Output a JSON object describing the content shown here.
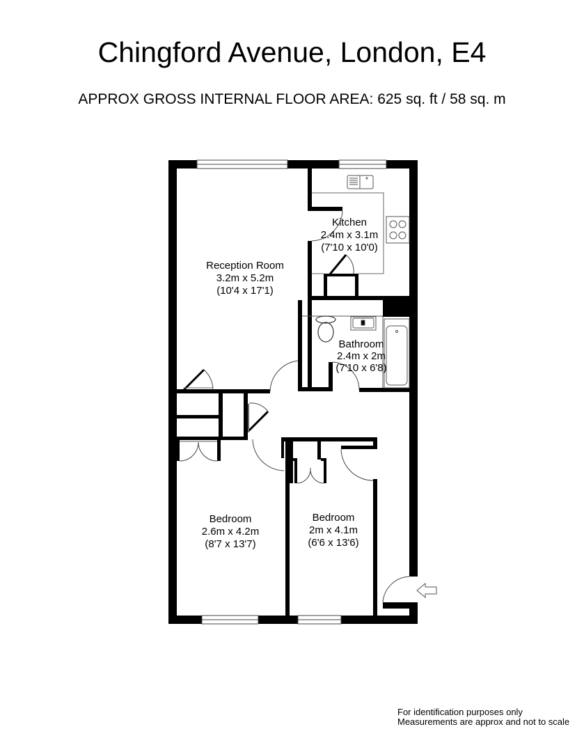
{
  "header": {
    "title": "Chingford Avenue, London, E4",
    "floor_area": "APPROX GROSS INTERNAL FLOOR AREA:  625 sq. ft / 58 sq. m"
  },
  "rooms": [
    {
      "name": "Reception Room",
      "metric": "3.2m x 5.2m",
      "imperial": "(10'4 x 17'1)"
    },
    {
      "name": "Kitchen",
      "metric": "2.4m x 3.1m",
      "imperial": "(7'10 x 10'0)"
    },
    {
      "name": "Bathroom",
      "metric": "2.4m x 2m",
      "imperial": "(7'10 x 6'8)"
    },
    {
      "name": "Bedroom",
      "metric": "2.6m x 4.2m",
      "imperial": "(8'7 x 13'7)"
    },
    {
      "name": "Bedroom",
      "metric": "2m x 4.1m",
      "imperial": "(6'6 x 13'6)"
    }
  ],
  "icons": {
    "entrance": "entrance-arrow-icon",
    "sink": "kitchen-sink-icon",
    "hob": "hob-icon",
    "toilet": "toilet-icon",
    "basin": "basin-icon",
    "bath": "bath-icon"
  },
  "colors": {
    "wall": "#000000",
    "background": "#ffffff",
    "fixture_line": "#555555"
  },
  "footer": {
    "line1": "For identification purposes only",
    "line2": "Measurements are approx and not to scale"
  }
}
